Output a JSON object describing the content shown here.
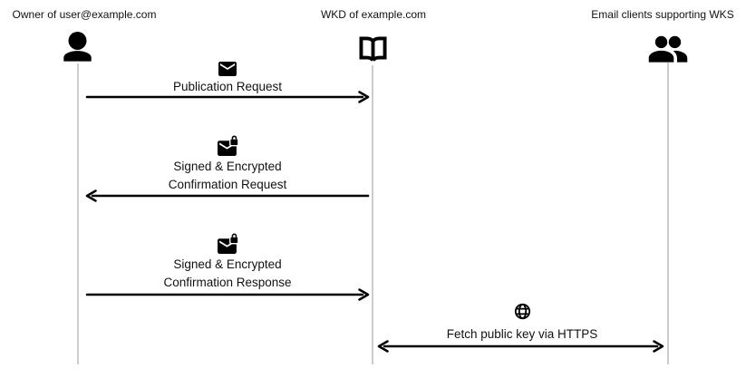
{
  "actors": [
    {
      "id": "owner",
      "label": "Owner of user@example.com",
      "icon": "person-icon"
    },
    {
      "id": "wkd",
      "label": "WKD of example.com",
      "icon": "open-book-icon"
    },
    {
      "id": "email-clients",
      "label": "Email clients supporting WKS",
      "icon": "people-icon"
    }
  ],
  "messages": [
    {
      "from": "owner",
      "to": "wkd",
      "direction": "right",
      "icon": "envelope-icon",
      "lines": [
        "Publication Request"
      ]
    },
    {
      "from": "wkd",
      "to": "owner",
      "direction": "left",
      "icon": "envelope-lock-icon",
      "lines": [
        "Signed & Encrypted",
        "Confirmation Request"
      ]
    },
    {
      "from": "owner",
      "to": "wkd",
      "direction": "right",
      "icon": "envelope-lock-icon",
      "lines": [
        "Signed & Encrypted",
        "Confirmation Response"
      ]
    },
    {
      "from": "wkd",
      "to": "email-clients",
      "direction": "both",
      "icon": "globe-icon",
      "lines": [
        "Fetch public key via HTTPS"
      ]
    }
  ],
  "colors": {
    "text": "#111111",
    "icons": "#000000",
    "arrows": "#000000",
    "lifeline": "#cccccc",
    "background": "#ffffff"
  }
}
